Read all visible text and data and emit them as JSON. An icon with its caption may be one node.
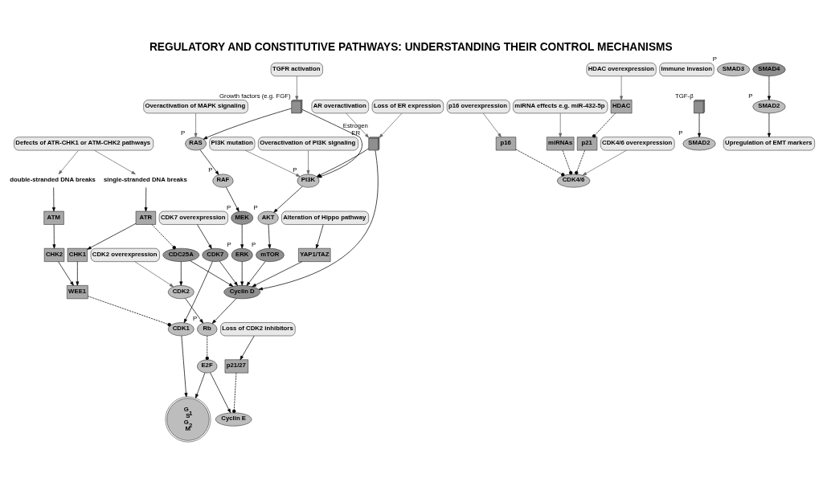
{
  "diagram": {
    "title": "REGULATORY AND CONSTITUTIVE PATHWAYS: UNDERSTANDING THEIR CONTROL MECHANISMS",
    "nodes": [
      {
        "text": [
          "Overactivation of PI3K signaling"
        ]
      },
      {
        "text": [
          "PI3K mutation"
        ]
      },
      {
        "text": [],
        "shape": "picture",
        "beside": [
          "Growth factors (e.g. FGF)"
        ]
      },
      {
        "text": [
          "TGFR activation"
        ]
      },
      {
        "text": [],
        "shape": "picture",
        "beside": [
          "Estrogen",
          "ER"
        ]
      },
      {
        "text": [
          "AR overactivation"
        ]
      },
      {
        "text": [
          "Loss of ER expression"
        ]
      },
      {
        "text": [
          "p16 overexpression"
        ]
      },
      {
        "text": [
          "miRNA effects e.g. miR-432-5p"
        ]
      },
      {
        "text": [
          "p16"
        ]
      },
      {
        "text": [
          "miRNAs"
        ]
      },
      {
        "text": [
          "HDAC"
        ]
      },
      {
        "text": [
          "HDAC overexpression"
        ]
      },
      {
        "text": [
          "p21"
        ]
      },
      {
        "text": [
          "Overactivation of MAPK signaling"
        ]
      },
      {
        "text": [
          "RAS"
        ],
        "beside": [
          "P"
        ]
      },
      {
        "text": [
          "PI3K"
        ],
        "beside": [
          "P"
        ]
      },
      {
        "text": [
          "RAF"
        ],
        "beside": [
          "P"
        ]
      },
      {
        "text": [
          "AKT"
        ],
        "beside": [
          "P"
        ]
      },
      {
        "text": [
          "MEK"
        ],
        "beside": [
          "P"
        ]
      },
      {
        "text": [
          "mTOR"
        ],
        "beside": [
          "P"
        ]
      },
      {
        "text": [
          "ERK"
        ],
        "beside": [
          "P"
        ]
      },
      {
        "text": [
          "CDK4/6"
        ]
      },
      {
        "text": [
          "Cyclin D"
        ]
      },
      {
        "text": [
          "CDK4/6 overexpression"
        ]
      },
      {
        "text": [
          "YAP1/TAZ"
        ]
      },
      {
        "text": [
          "Alteration of Hippo pathway"
        ]
      },
      {
        "text": [
          "CDK7 overexpression"
        ]
      },
      {
        "text": [
          "CDK7"
        ]
      },
      {
        "text": [
          "Rb"
        ],
        "beside": [
          "P"
        ]
      },
      {
        "text": [
          "CDC25A"
        ]
      },
      {
        "text": [
          "E2F"
        ]
      },
      {
        "text": [
          "CDK2"
        ]
      },
      {
        "text": [
          "Cyclin E"
        ]
      },
      {
        "text": [
          "CDK2 overexpression"
        ]
      },
      {
        "text": [
          "p21/27"
        ]
      },
      {
        "text": [
          "Loss of CDK2 inhibitors"
        ]
      },
      {
        "text": [
          "G$_{1}$",
          "S",
          "G$_{2}$",
          "M"
        ]
      },
      {
        "text": [
          "CDK1"
        ]
      },
      {
        "text": [
          "WEE1"
        ]
      },
      {
        "text": [
          "CHK1"
        ]
      },
      {
        "text": [
          "CHK2"
        ]
      },
      {
        "text": [
          "ATR"
        ]
      },
      {
        "text": [
          "ATM"
        ]
      },
      {
        "text": [
          "single-stranded DNA breaks"
        ]
      },
      {
        "text": [
          "double-stranded DNA breaks"
        ]
      },
      {
        "text": [
          "Defects of ATR-CHK1 or ATM-CHK2 pathways"
        ]
      },
      {
        "text": [
          "Immune invasion"
        ]
      },
      {
        "text": [],
        "shape": "picture",
        "beside": [
          "TGF-β"
        ]
      },
      {
        "text": [
          "SMAD2"
        ],
        "beside": [
          "P"
        ]
      },
      {
        "text": [
          "SMAD3"
        ],
        "beside": [
          "P"
        ]
      },
      {
        "text": [
          "SMAD4"
        ]
      },
      {
        "text": [
          "SMAD2"
        ],
        "beside": [
          "P"
        ]
      },
      {
        "text": [
          "Upregulation of EMT markers"
        ]
      }
    ],
    "edges": [
      {
        "from": 0,
        "to": 16,
        "arrow": "to",
        "color": "#666666"
      },
      {
        "from": 1,
        "to": 16,
        "arrow": "to",
        "color": "#666666"
      },
      {
        "from": 2,
        "to": 15,
        "arrow": "to"
      },
      {
        "from": 2,
        "to": 16,
        "arrow": "to"
      },
      {
        "from": 3,
        "to": 2,
        "arrow": "to",
        "color": "#666666"
      },
      {
        "from": 4,
        "to": 16,
        "arrow": "to"
      },
      {
        "from": 4,
        "to": 23,
        "arrow": "to"
      },
      {
        "from": 5,
        "to": 4,
        "arrow": "to",
        "color": "#666666"
      },
      {
        "from": 6,
        "to": 4,
        "arrow": "to",
        "color": "#666666"
      },
      {
        "from": 7,
        "to": 9,
        "arrow": "to",
        "color": "#666666"
      },
      {
        "from": 8,
        "to": 10,
        "arrow": "to",
        "color": "#666666"
      },
      {
        "from": 9,
        "to": 22,
        "arrow": "other",
        "style": "dashed"
      },
      {
        "from": 10,
        "to": 22,
        "arrow": "other",
        "style": "dashed"
      },
      {
        "from": 12,
        "to": 11,
        "arrow": "to",
        "color": "#666666"
      },
      {
        "from": 11,
        "to": 13,
        "arrow": "other",
        "style": "dashed"
      },
      {
        "from": 13,
        "to": 22,
        "arrow": "other",
        "style": "dashed"
      },
      {
        "from": 14,
        "to": 15,
        "arrow": "to",
        "color": "#666666"
      },
      {
        "from": 15,
        "to": 17,
        "arrow": "to"
      },
      {
        "from": 16,
        "to": 18,
        "arrow": "to"
      },
      {
        "from": 17,
        "to": 19,
        "arrow": "to"
      },
      {
        "from": 18,
        "to": 20,
        "arrow": "to"
      },
      {
        "from": 19,
        "to": 21,
        "arrow": "to"
      },
      {
        "from": 20,
        "to": 23,
        "arrow": "to"
      },
      {
        "from": 21,
        "to": 23,
        "arrow": "to"
      },
      {
        "from": 24,
        "to": 22,
        "arrow": "to",
        "color": "#666666"
      },
      {
        "from": 26,
        "to": 25,
        "arrow": "to"
      },
      {
        "from": 25,
        "to": 23,
        "arrow": "to"
      },
      {
        "from": 27,
        "to": 28,
        "arrow": "to"
      },
      {
        "from": 28,
        "to": 23,
        "arrow": "to"
      },
      {
        "from": 28,
        "to": 38,
        "arrow": "to"
      },
      {
        "from": 23,
        "to": 29,
        "arrow": "to"
      },
      {
        "from": 30,
        "to": 23,
        "arrow": "to"
      },
      {
        "from": 32,
        "to": 29,
        "arrow": "to"
      },
      {
        "from": 30,
        "to": 32,
        "arrow": "to"
      },
      {
        "from": 29,
        "to": 31,
        "arrow": "other",
        "style": "dashed"
      },
      {
        "from": 31,
        "to": 33,
        "arrow": "to"
      },
      {
        "from": 31,
        "to": 37,
        "arrow": "to"
      },
      {
        "from": 34,
        "to": 32,
        "arrow": "to",
        "color": "#666666"
      },
      {
        "from": 36,
        "to": 35,
        "arrow": "to"
      },
      {
        "from": 35,
        "to": 33,
        "arrow": "other",
        "style": "dashed"
      },
      {
        "from": 42,
        "to": 30,
        "arrow": "other",
        "style": "dashed"
      },
      {
        "from": 42,
        "to": 40,
        "arrow": "to"
      },
      {
        "from": 43,
        "to": 41,
        "arrow": "to"
      },
      {
        "from": 40,
        "to": 39,
        "arrow": "to"
      },
      {
        "from": 41,
        "to": 39,
        "arrow": "to"
      },
      {
        "from": 39,
        "to": 38,
        "arrow": "other",
        "style": "dashed"
      },
      {
        "from": 38,
        "to": 37,
        "arrow": "to"
      },
      {
        "from": 44,
        "to": 42,
        "arrow": "to"
      },
      {
        "from": 45,
        "to": 43,
        "arrow": "to"
      },
      {
        "from": 46,
        "to": 44,
        "arrow": "to",
        "color": "#666666"
      },
      {
        "from": 46,
        "to": 45,
        "arrow": "to",
        "color": "#666666"
      },
      {
        "from": 48,
        "to": 49,
        "arrow": "to"
      },
      {
        "from": 51,
        "to": 52,
        "arrow": "to"
      },
      {
        "from": 52,
        "to": 53,
        "arrow": "to"
      }
    ]
  }
}
